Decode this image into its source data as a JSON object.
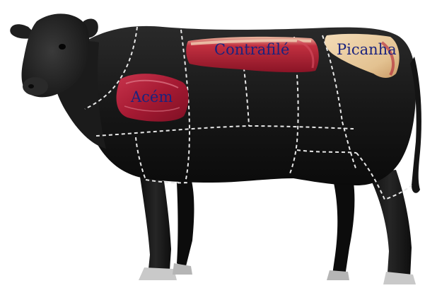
{
  "diagram": {
    "cuts": [
      {
        "id": "acem",
        "label": "Acém",
        "meat_color": "#b0213a"
      },
      {
        "id": "contrafile",
        "label": "Contrafilé",
        "meat_color": "#a8192e"
      },
      {
        "id": "picanha",
        "label": "Picanha",
        "meat_color": "#e8cba0"
      }
    ],
    "colors": {
      "animal": "#151515",
      "cut_lines": "#e8e8e8",
      "label_text": "#1a237e",
      "background": "#ffffff"
    }
  }
}
